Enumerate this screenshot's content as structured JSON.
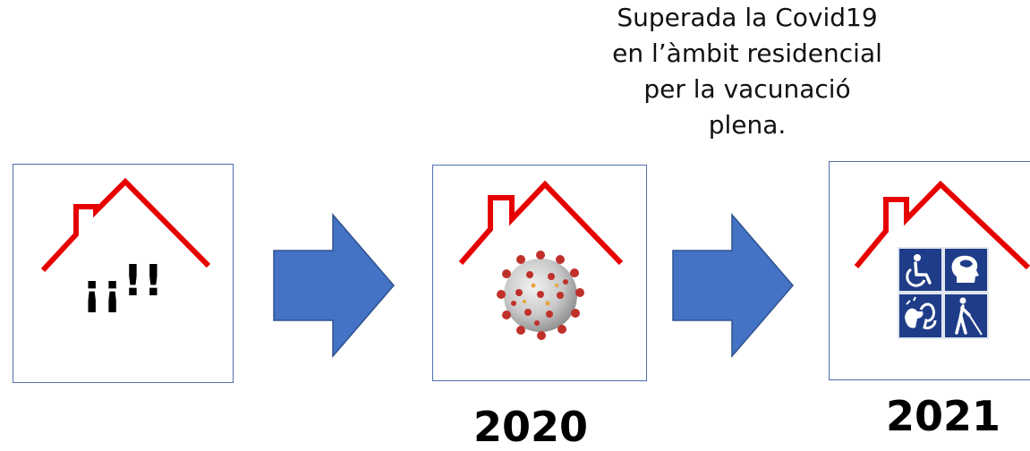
{
  "caption": {
    "lines": [
      "Superada la Covid19",
      "en l’àmbit residencial",
      "per la vacunació",
      "plena."
    ]
  },
  "stages": [
    {
      "symbol_open": "¡¡",
      "symbol_close": "!!",
      "icon": "house-icon"
    },
    {
      "icon": "coronavirus-icon"
    },
    {
      "icon": "accessibility-icons"
    }
  ],
  "years": [
    "2020",
    "2021"
  ],
  "colors": {
    "roof": "#e60000",
    "arrow": "#4472c4",
    "arrow_border": "#2f528f",
    "card_border": "#4f6fad",
    "accessibility_tile": "#1f3c88"
  }
}
